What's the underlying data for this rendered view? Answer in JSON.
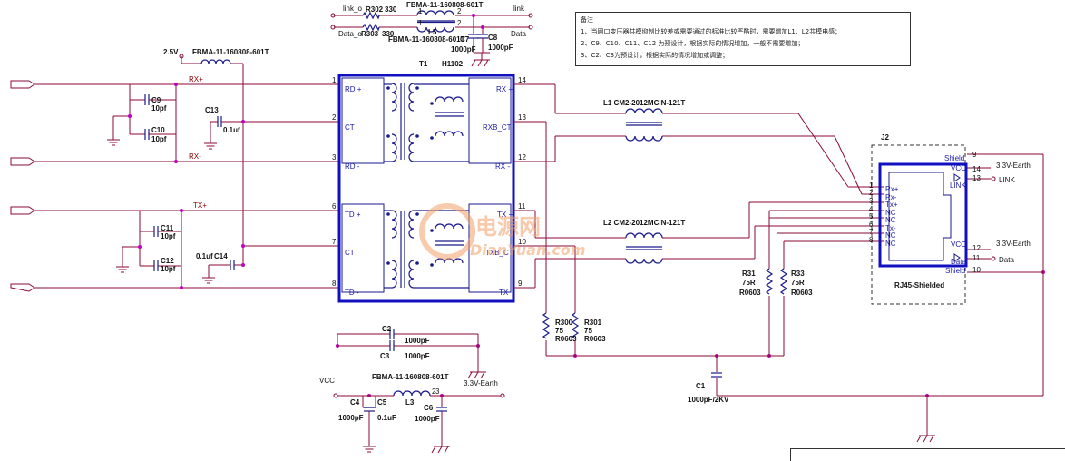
{
  "note": {
    "title": "备注",
    "lines": [
      "1、当网口变压器共模抑制比较差或需要通过的标准比较严酷时，需要增加L1、L2共模电感；",
      "2、C9、C10、C11、C12 为预设计，根据实际的情况增加，一般不需要增加；",
      "3、C2、C3为预设计，根据实际的情况增加或调整；"
    ]
  },
  "watermark": {
    "cn": "电源网",
    "en": "DianYuan.com"
  },
  "transformer": {
    "ref": "T1",
    "part": "H1102",
    "pins_left": [
      "RD +",
      "CT",
      "RD -",
      "TD +",
      "CT",
      "TD -"
    ],
    "pins_right": [
      "RX +",
      "RXB_CT",
      "RX -",
      "TX +",
      "TXB_CT",
      "TX"
    ],
    "pin_nums_left": [
      "1",
      "2",
      "3",
      "6",
      "7",
      "8"
    ],
    "pin_nums_right": [
      "14",
      "13",
      "12",
      "11",
      "10",
      "9"
    ]
  },
  "top_section": {
    "link_o": "link_o",
    "r302": "R302",
    "r302_val": "330",
    "data_o": "Data_o",
    "r303": "R303",
    "r303_val": "330",
    "fb_top": "FBMA-11-160808-601T",
    "fb_pin1a": "1",
    "fb_pin2a": "2",
    "fb_pin1b": "1",
    "fb_pin2b": "2",
    "l5": "L5",
    "fb_mid": "FBMA-11-160808-601T",
    "c7": "C7",
    "c7_val": "1000pF",
    "c8": "C8",
    "c8_val": "1000pF",
    "link": "link",
    "data": "Data"
  },
  "left": {
    "v25": "2.5V",
    "fb": "FBMA-11-160808-601T",
    "rx_p": "RX+",
    "rx_n": "RX-",
    "tx_p": "TX+",
    "c9": "C9",
    "c9_val": "10pf",
    "c10": "C10",
    "c10_val": "10pf",
    "c13": "C13",
    "c13_val": "0.1uf",
    "c11": "C11",
    "c11_val": "10pf",
    "c12": "C12",
    "c12_val": "10pf",
    "c14": "C14",
    "c14_val": "0.1uf"
  },
  "chokes": {
    "l1": "L1 CM2-2012MCIN-121T",
    "l2": "L2 CM2-2012MCIN-121T"
  },
  "bottom": {
    "c2": "C2",
    "c2_val": "1000pF",
    "c3": "C3",
    "c3_val": "1000pF",
    "vcc": "VCC",
    "fb": "FBMA-11-160808-601T",
    "l3": "L3",
    "v33earth": "3.3V-Earth",
    "c4": "C4",
    "c4_val": "1000pF",
    "c5": "C5",
    "c5_val": "0.1uF",
    "c6": "C6",
    "c6_val": "1000pF",
    "pin2": "2",
    "pin3": "3"
  },
  "resistors": {
    "r300": "R300",
    "r300_val": "75",
    "r300_pkg": "R0603",
    "r301": "R301",
    "r301_val": "75",
    "r301_pkg": "R0603",
    "r31": "R31",
    "r31_val": "75R",
    "r31_pkg": "R0603",
    "r33": "R33",
    "r33_val": "75R",
    "r33_pkg": "R0603",
    "c1": "C1",
    "c1_val": "1000pF/2KV"
  },
  "connector": {
    "ref": "J2",
    "name": "RJ45-Shielded",
    "pins": [
      "Rx+",
      "Rx-",
      "Tx+",
      "NC",
      "NC",
      "Tx-",
      "NC",
      "NC"
    ],
    "nums": [
      "1",
      "2",
      "3",
      "4",
      "5",
      "6",
      "7",
      "8"
    ],
    "shield": "Shield",
    "vcc": "VCC",
    "link": "LINK",
    "data": "Data",
    "p9": "9",
    "p14": "14",
    "p13": "13",
    "p12": "12",
    "p11": "11",
    "p10": "10",
    "v33a": "3.3V-Earth",
    "link_out": "LINK",
    "v33b": "3.3V-Earth",
    "data_out": "Data"
  }
}
